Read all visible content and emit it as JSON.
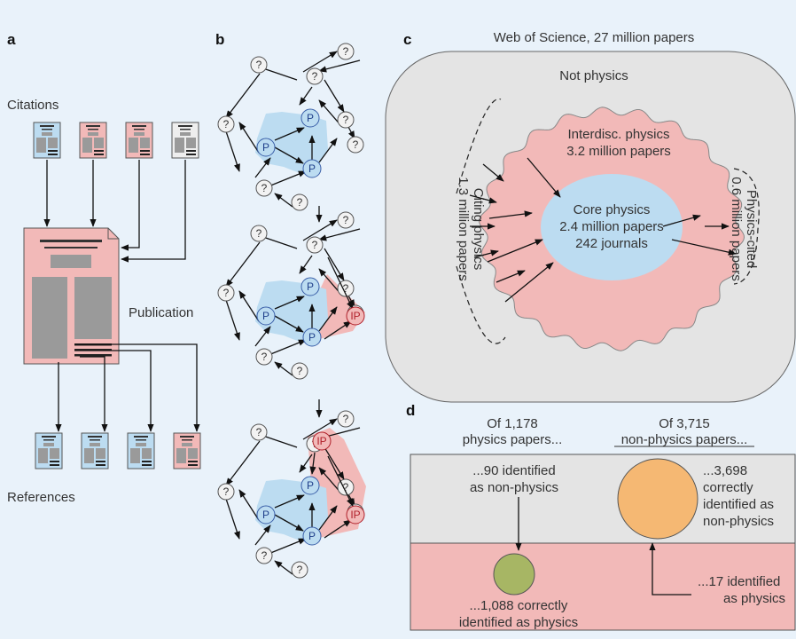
{
  "colors": {
    "background": "#e9f2fa",
    "physics_blue": "#bcdcf1",
    "interdisc_pink": "#f2b9b8",
    "grey": "#e4e4e4",
    "green": "#a7b664",
    "orange": "#f5b873"
  },
  "panel_a": {
    "label": "a",
    "citations": "Citations",
    "publication": "Publication",
    "references": "References"
  },
  "panel_b": {
    "label": "b",
    "node_unknown": "?",
    "node_physics": "P",
    "node_interdisc": "IP"
  },
  "panel_c": {
    "label": "c",
    "title": "Web of Science, 27 million papers",
    "not_physics": "Not physics",
    "interdisc_line1": "Interdisc. physics",
    "interdisc_line2": "3.2 million papers",
    "core_line1": "Core physics",
    "core_line2": "2.4 million papers",
    "core_line3": "242 journals",
    "citing_line1": "Citing physics",
    "citing_line2": "1.3 million papers",
    "cited_line1": "Physics-cited",
    "cited_line2": "0.6 million papers"
  },
  "panel_d": {
    "label": "d",
    "left_header_line1": "Of 1,178",
    "left_header_line2": "physics papers...",
    "right_header_line1": "Of 3,715",
    "right_header_line2": "non-physics papers...",
    "ann_90_line1": "...90 identified",
    "ann_90_line2": "as non-physics",
    "ann_1088_line1": "...1,088 correctly",
    "ann_1088_line2": "identified as physics",
    "ann_3698_line1": "...3,698",
    "ann_3698_line2": "correctly",
    "ann_3698_line3": "identified as",
    "ann_3698_line4": "non-physics",
    "ann_17_line1": "...17 identified",
    "ann_17_line2": "as physics"
  }
}
